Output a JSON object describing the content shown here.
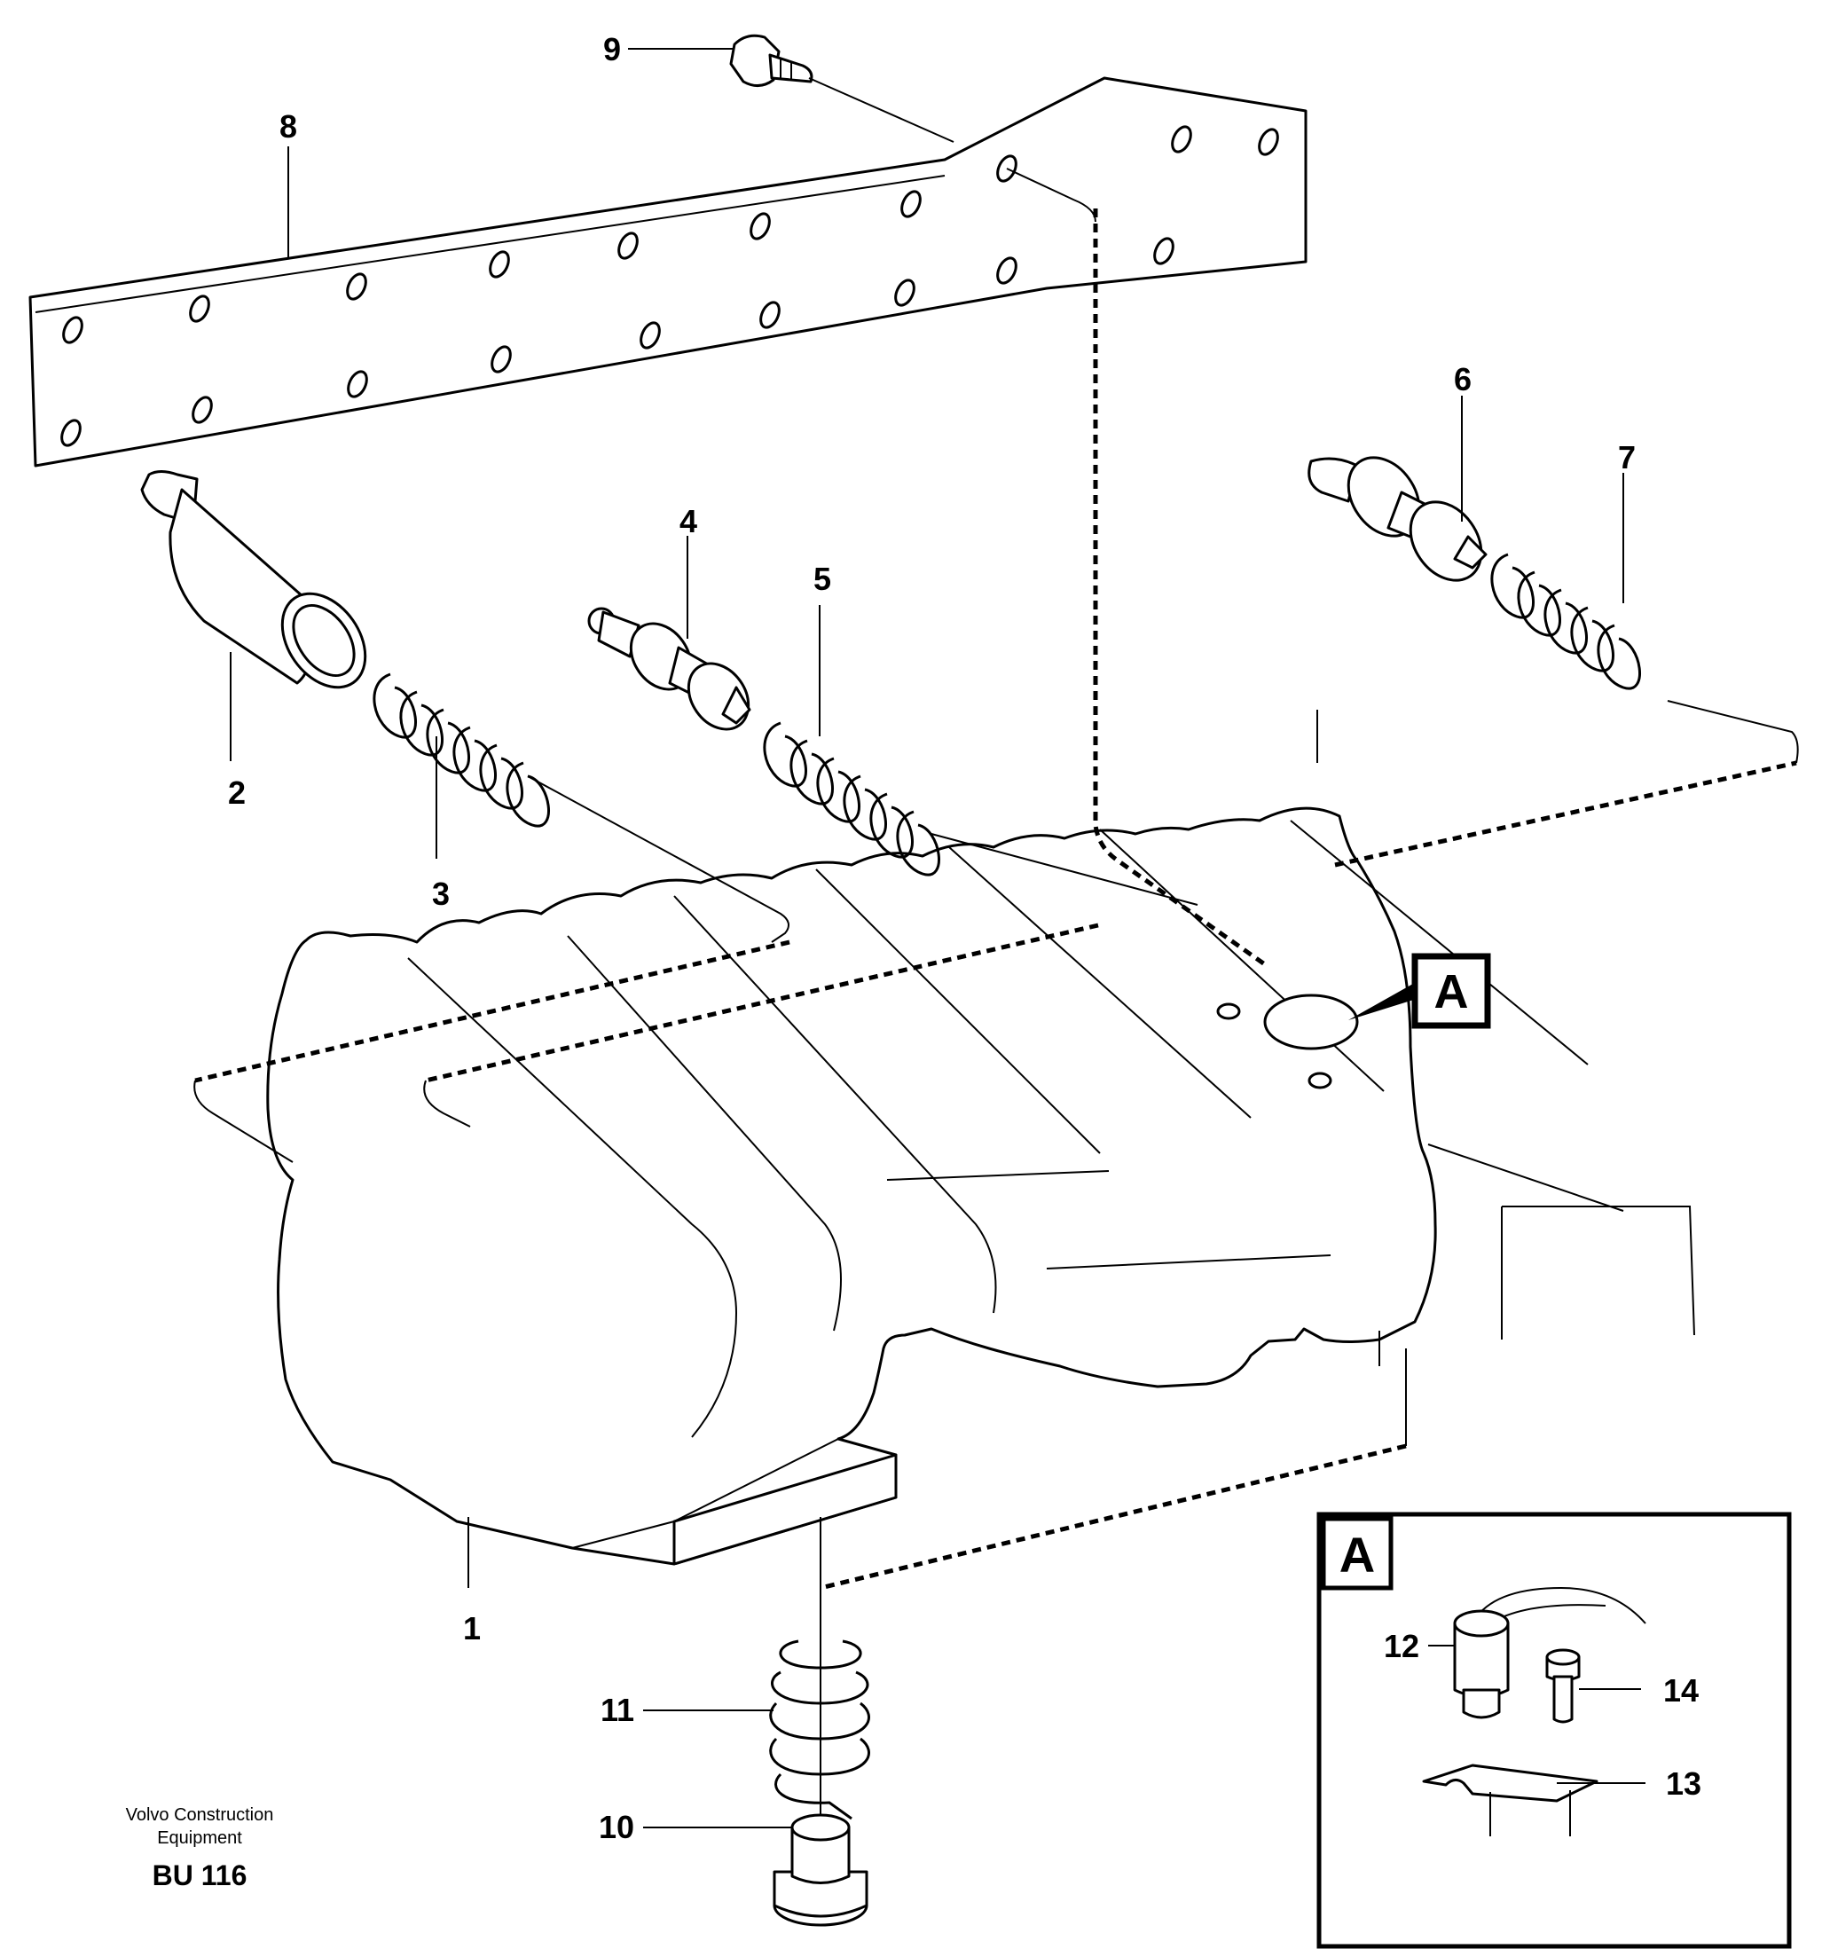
{
  "diagram": {
    "callouts": {
      "c1": "1",
      "c2": "2",
      "c3": "3",
      "c4": "4",
      "c5": "5",
      "c6": "6",
      "c7": "7",
      "c8": "8",
      "c9": "9",
      "c10": "10",
      "c11": "11",
      "c12": "12",
      "c13": "13",
      "c14": "14"
    },
    "view_marker": "A",
    "detail_marker": "A"
  },
  "footer": {
    "company_line1": "Volvo Construction",
    "company_line2": "Equipment",
    "code": "BU 116"
  }
}
